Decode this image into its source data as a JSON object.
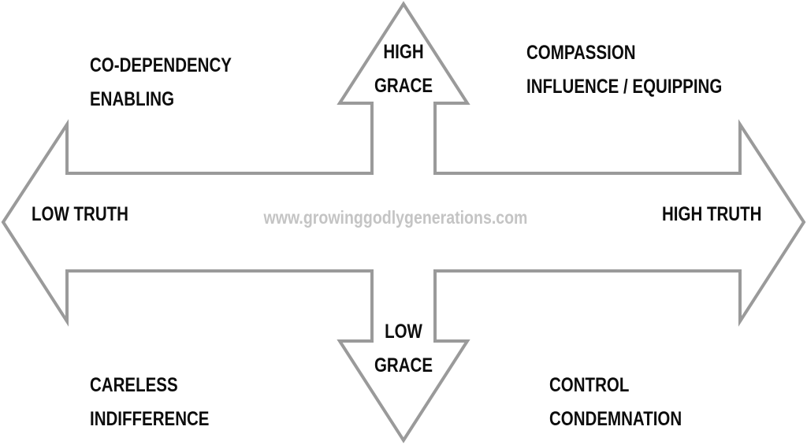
{
  "axes": {
    "up": {
      "line1": "HIGH",
      "line2": "GRACE"
    },
    "down": {
      "line1": "LOW",
      "line2": "GRACE"
    },
    "left": "LOW TRUTH",
    "right": "HIGH TRUTH"
  },
  "quadrants": {
    "top_left": {
      "line1": "CO-DEPENDENCY",
      "line2": "ENABLING"
    },
    "top_right": {
      "line1": "COMPASSION",
      "line2": "INFLUENCE / EQUIPPING"
    },
    "bottom_left": {
      "line1": "CARELESS",
      "line2": "INDIFFERENCE"
    },
    "bottom_right": {
      "line1": "CONTROL",
      "line2": "CONDEMNATION"
    }
  },
  "watermark": "www.growinggodlygenerations.com"
}
